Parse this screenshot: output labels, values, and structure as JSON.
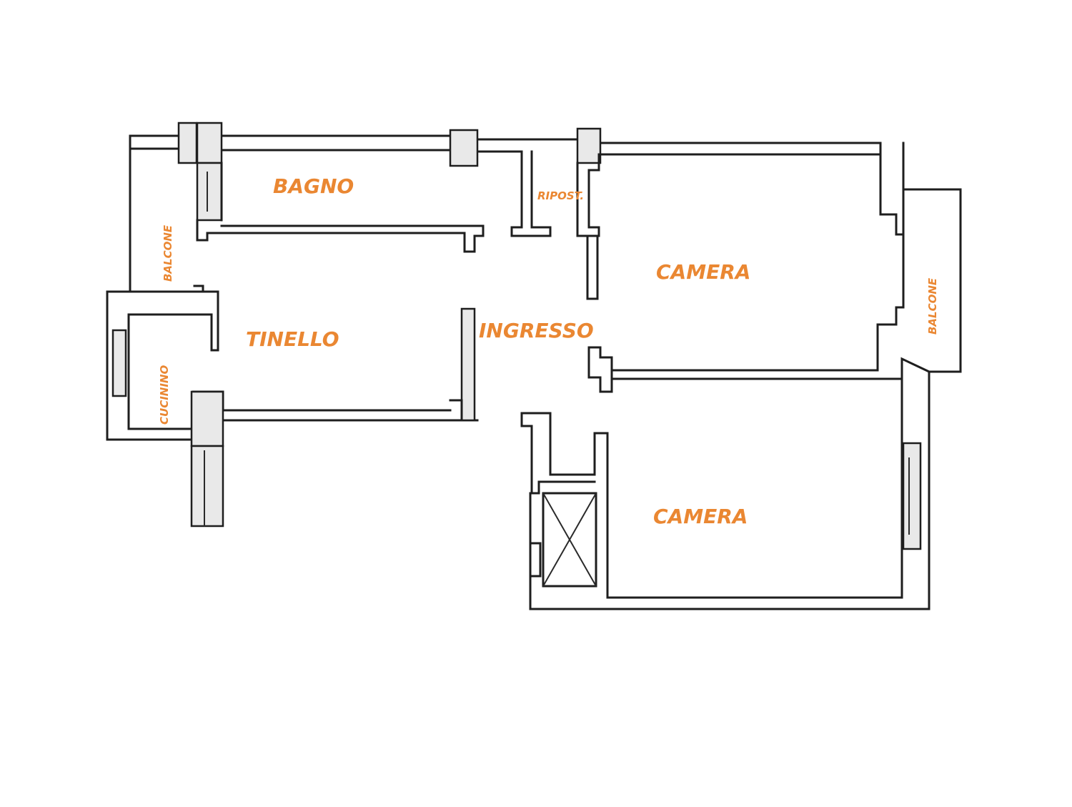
{
  "plan": {
    "rooms": {
      "bagno": "BAGNO",
      "ripost": "RIPOST.",
      "camera_top": "CAMERA",
      "camera_bottom": "CAMERA",
      "tinello": "TINELLO",
      "ingresso": "INGRESSO",
      "balcone_left": "BALCONE",
      "balcone_right": "BALCONE",
      "cucinino": "CUCININO"
    },
    "label_color": "#ea8732",
    "line_color": "#1e1e1e"
  }
}
